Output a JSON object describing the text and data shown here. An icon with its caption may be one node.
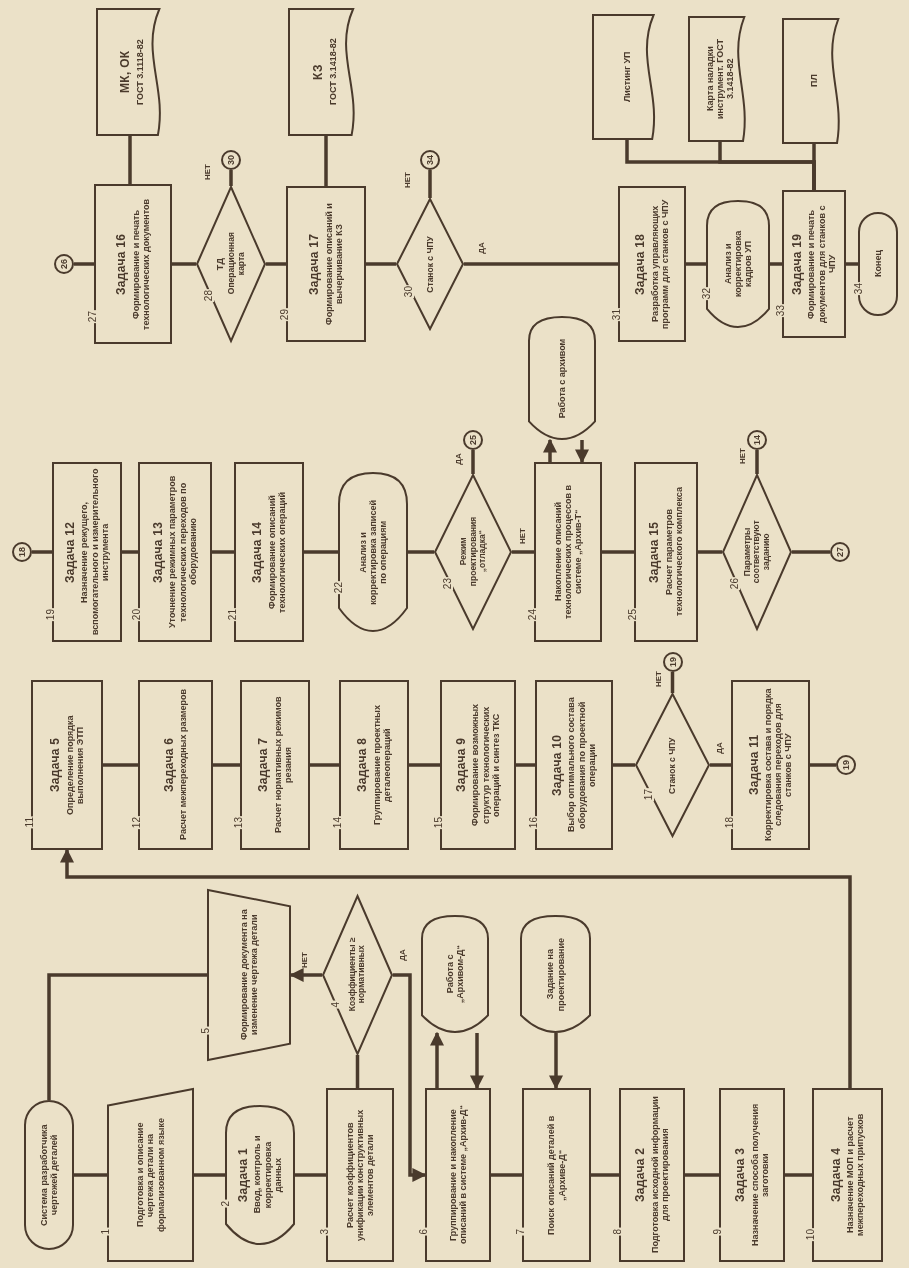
{
  "diagram": {
    "nodes": [
      {
        "text": [
          "Система разработчика чертежей деталей"
        ]
      },
      {
        "text": [
          "Подготовка и описание чертежа детали на формализованном языке"
        ],
        "beside": [
          "1"
        ]
      },
      {
        "text": [
          "Задача 1",
          "Ввод, контроль и корректировка данных"
        ],
        "beside": [
          "2"
        ]
      },
      {
        "text": [
          "Расчет коэффициентов унификации конструктивных элементов детали"
        ],
        "beside": [
          "3"
        ]
      },
      {
        "text": [
          "Коэффициенты ≥ нормативных"
        ],
        "beside": [
          "4"
        ]
      },
      {
        "text": [
          "Формирование документа на изменение чертежа детали"
        ],
        "beside": [
          "5"
        ]
      },
      {
        "text": [
          "Группирование и накопление описаний в системе „Архив-Д“"
        ],
        "beside": [
          "6"
        ]
      },
      {
        "text": [
          "Работа с „Архивом-Д“"
        ]
      },
      {
        "text": [
          "Задание на проектирование"
        ]
      },
      {
        "text": [
          "Поиск описаний деталей в „Архиве-Д“"
        ],
        "beside": [
          "7"
        ]
      },
      {
        "text": [
          "Задача 2",
          "Подготовка исходной информации для проектирования"
        ],
        "beside": [
          "8"
        ]
      },
      {
        "text": [
          "Задача 3",
          "Назначение способа получения заготовки"
        ],
        "beside": [
          "9"
        ]
      },
      {
        "text": [
          "Задача 4",
          "Назначение МОП и расчет межпереходных припусков"
        ],
        "beside": [
          "10"
        ]
      },
      {
        "text": [
          "Задача 5",
          "Определение порядка выполнения ЭТП"
        ],
        "beside": [
          "11"
        ]
      },
      {
        "text": [
          "Задача 6",
          "Расчет межпереходных размеров"
        ],
        "beside": [
          "12"
        ]
      },
      {
        "text": [
          "Задача 7",
          "Расчет нормативных режимов резания"
        ],
        "beside": [
          "13"
        ]
      },
      {
        "text": [
          "Задача 8",
          "Группирование проектных деталеопераций"
        ],
        "beside": [
          "14"
        ]
      },
      {
        "text": [
          "Задача 9",
          "Формирование возможных структур технологических операций и синтез ТКС"
        ],
        "beside": [
          "15"
        ]
      },
      {
        "text": [
          "Задача 10",
          "Выбор оптимального состава оборудования по проектной операции"
        ],
        "beside": [
          "16"
        ]
      },
      {
        "text": [
          "Станок с ЧПУ"
        ],
        "beside": [
          "17"
        ]
      },
      {
        "text": [
          "19"
        ]
      },
      {
        "text": [
          "Задача 11",
          "Корректировка состава и порядка следования переходов для станков с ЧПУ"
        ],
        "beside": [
          "18"
        ]
      },
      {
        "text": [
          "19"
        ]
      },
      {
        "text": [
          "18"
        ]
      },
      {
        "text": [
          "Задача 12",
          "Назначение режущего, вспомогательного и измерительного инструмента"
        ],
        "beside": [
          "19"
        ]
      },
      {
        "text": [
          "Задача 13",
          "Уточнение режимных параметров технологических переходов по оборудованию"
        ],
        "beside": [
          "20"
        ]
      },
      {
        "text": [
          "Задача 14",
          "Формирование описаний технологических операций"
        ],
        "beside": [
          "21"
        ]
      },
      {
        "text": [
          "Анализ и корректировка записей по операциям"
        ],
        "beside": [
          "22"
        ]
      },
      {
        "text": [
          "Режим проектирования „отладка“"
        ],
        "beside": [
          "23"
        ]
      },
      {
        "text": [
          "25"
        ]
      },
      {
        "text": [
          "Накопление описаний технологических процессов в системе „Архив-Т“"
        ],
        "beside": [
          "24"
        ]
      },
      {
        "text": [
          "Работа с архивом"
        ]
      },
      {
        "text": [
          "Задача 15",
          "Расчет параметров технологического комплекса"
        ],
        "beside": [
          "25"
        ]
      },
      {
        "text": [
          "Параметры соответствуют заданию"
        ],
        "beside": [
          "26"
        ]
      },
      {
        "text": [
          "14"
        ]
      },
      {
        "text": [
          "27"
        ]
      },
      {
        "text": [
          "26"
        ]
      },
      {
        "text": [
          "Задача 16",
          "Формирование и печать технологических документов"
        ],
        "beside": [
          "27"
        ]
      },
      {
        "text": [
          "МК, ОК",
          "ГОСТ 3.1118-82"
        ]
      },
      {
        "text": [
          "ТД",
          "Операционная карта"
        ],
        "beside": [
          "28"
        ]
      },
      {
        "text": [
          "30"
        ]
      },
      {
        "text": [
          "Задача 17",
          "Формирование описаний и вычерчивание КЗ"
        ],
        "beside": [
          "29"
        ]
      },
      {
        "text": [
          "КЗ",
          "ГОСТ 3.1418-82"
        ]
      },
      {
        "text": [
          "Станок с ЧПУ"
        ],
        "beside": [
          "30"
        ]
      },
      {
        "text": [
          "34"
        ]
      },
      {
        "text": [
          "Задача 18",
          "Разработка управляющих программ для станков с ЧПУ"
        ],
        "beside": [
          "31"
        ]
      },
      {
        "text": [
          "Листинг УП"
        ]
      },
      {
        "text": [
          "Анализ и корректировка кадров УП"
        ],
        "beside": [
          "32"
        ]
      },
      {
        "text": [
          "Задача 19",
          "Формирование и печать документов для станков с ЧПУ"
        ],
        "beside": [
          "33"
        ]
      },
      {
        "text": [
          "Карта наладки инструмент. ГОСТ 3.1418-82"
        ]
      },
      {
        "text": [
          "ПЛ"
        ]
      },
      {
        "text": [
          "Конец"
        ],
        "beside": [
          "34"
        ]
      }
    ],
    "edges": [
      {
        "from": 0,
        "to": 1,
        "arrow": "none"
      },
      {
        "from": 1,
        "to": 2,
        "arrow": "none"
      },
      {
        "from": 2,
        "to": 3,
        "arrow": "none"
      },
      {
        "from": 3,
        "to": 4,
        "arrow": "none"
      },
      {
        "from": 4,
        "to": 5,
        "arrow": "to",
        "label": "НЕТ"
      },
      {
        "from": 5,
        "to": 0,
        "arrow": "none"
      },
      {
        "from": 4,
        "to": 6,
        "arrow": "to",
        "label": "ДА"
      },
      {
        "from": 6,
        "to": 7,
        "arrow": "to"
      },
      {
        "from": 7,
        "to": 6,
        "arrow": "to"
      },
      {
        "from": 6,
        "to": 9,
        "arrow": "none"
      },
      {
        "from": 8,
        "to": 9,
        "arrow": "to"
      },
      {
        "from": 9,
        "to": 10,
        "arrow": "none"
      },
      {
        "from": 10,
        "to": 11,
        "arrow": "none"
      },
      {
        "from": 11,
        "to": 12,
        "arrow": "none"
      },
      {
        "from": 12,
        "to": 13,
        "arrow": "to"
      },
      {
        "from": 13,
        "to": 14,
        "arrow": "none"
      },
      {
        "from": 14,
        "to": 15,
        "arrow": "none"
      },
      {
        "from": 15,
        "to": 16,
        "arrow": "none"
      },
      {
        "from": 16,
        "to": 17,
        "arrow": "none"
      },
      {
        "from": 17,
        "to": 18,
        "arrow": "none"
      },
      {
        "from": 18,
        "to": 19,
        "arrow": "none"
      },
      {
        "from": 19,
        "to": 20,
        "arrow": "none",
        "label": "НЕТ"
      },
      {
        "from": 19,
        "to": 21,
        "arrow": "none",
        "label": "ДА"
      },
      {
        "from": 21,
        "to": 22,
        "arrow": "none"
      },
      {
        "from": 23,
        "to": 24,
        "arrow": "none"
      },
      {
        "from": 24,
        "to": 25,
        "arrow": "none"
      },
      {
        "from": 25,
        "to": 26,
        "arrow": "none"
      },
      {
        "from": 26,
        "to": 27,
        "arrow": "none"
      },
      {
        "from": 27,
        "to": 28,
        "arrow": "none"
      },
      {
        "from": 28,
        "to": 29,
        "arrow": "none",
        "label": "ДА"
      },
      {
        "from": 28,
        "to": 30,
        "arrow": "none",
        "label": "НЕТ"
      },
      {
        "from": 30,
        "to": 31,
        "arrow": "to"
      },
      {
        "from": 31,
        "to": 30,
        "arrow": "to"
      },
      {
        "from": 30,
        "to": 32,
        "arrow": "none"
      },
      {
        "from": 32,
        "to": 33,
        "arrow": "none"
      },
      {
        "from": 33,
        "to": 34,
        "arrow": "none",
        "label": "НЕТ"
      },
      {
        "from": 33,
        "to": 35,
        "arrow": "none"
      },
      {
        "from": 36,
        "to": 37,
        "arrow": "none"
      },
      {
        "from": 37,
        "to": 38,
        "arrow": "none"
      },
      {
        "from": 37,
        "to": 39,
        "arrow": "none"
      },
      {
        "from": 39,
        "to": 40,
        "arrow": "none",
        "label": "НЕТ"
      },
      {
        "from": 39,
        "to": 41,
        "arrow": "none"
      },
      {
        "from": 41,
        "to": 42,
        "arrow": "none"
      },
      {
        "from": 41,
        "to": 43,
        "arrow": "none"
      },
      {
        "from": 43,
        "to": 44,
        "arrow": "none",
        "label": "НЕТ"
      },
      {
        "from": 43,
        "to": 45,
        "arrow": "none",
        "label": "ДА"
      },
      {
        "from": 45,
        "to": 47,
        "arrow": "none"
      },
      {
        "from": 47,
        "to": 48,
        "arrow": "none"
      },
      {
        "from": 48,
        "to": 51,
        "arrow": "none"
      },
      {
        "from": 48,
        "to": 46,
        "arrow": "none"
      },
      {
        "from": 48,
        "to": 49,
        "arrow": "none"
      },
      {
        "from": 48,
        "to": 50,
        "arrow": "none"
      }
    ]
  }
}
